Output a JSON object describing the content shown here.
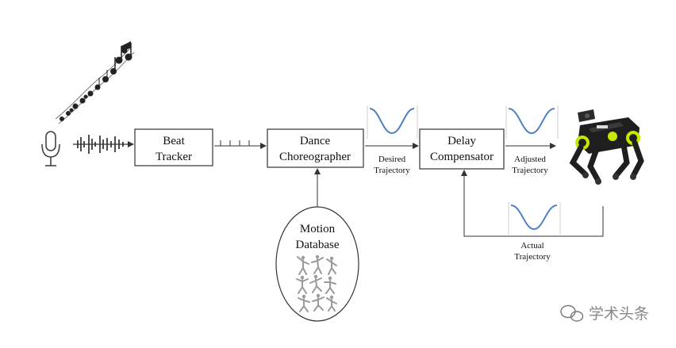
{
  "diagram": {
    "blocks": {
      "beat_tracker": [
        "Beat",
        "Tracker"
      ],
      "dance_choreographer": [
        "Dance",
        "Choreographer"
      ],
      "delay_compensator": [
        "Delay",
        "Compensator"
      ],
      "motion_database": [
        "Motion",
        "Database"
      ]
    },
    "edge_labels": {
      "desired": [
        "Desired",
        "Trajectory"
      ],
      "adjusted": [
        "Adjusted",
        "Trajectory"
      ],
      "actual": [
        "Actual",
        "Trajectory"
      ]
    },
    "icons": [
      "microphone-icon",
      "music-notes-icon",
      "waveform-icon",
      "beat-pulses-icon",
      "dancer-figures-icon",
      "quadruped-robot-icon",
      "wechat-logo-icon"
    ],
    "colors": {
      "line": "#333333",
      "trajectory_curve": "#4f7fc4",
      "robot_body": "#1f1f1f",
      "robot_accent": "#c8e600"
    }
  },
  "watermark": {
    "text": "学术头条"
  }
}
